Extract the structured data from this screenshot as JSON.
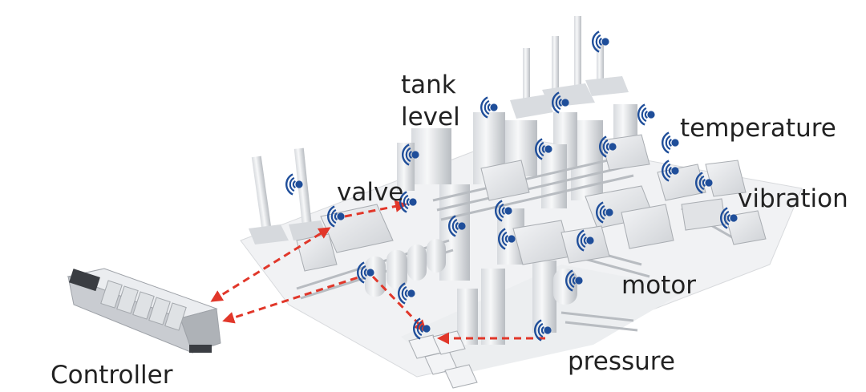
{
  "labels": {
    "tank": "tank",
    "level": "level",
    "valve": "valve",
    "temperature": "temperature",
    "vibration": "vibration",
    "motor": "motor",
    "pressure": "pressure",
    "controller": "Controller"
  },
  "colors": {
    "sensor": "#1f4e9a",
    "link": "#e1372a",
    "plant": "#e9ebee",
    "plant_shade": "#c9ccd1",
    "plant_dark": "#9ea2a8"
  },
  "icons": {
    "sensor": "wireless-sensor-icon",
    "controller": "controller-icon"
  }
}
